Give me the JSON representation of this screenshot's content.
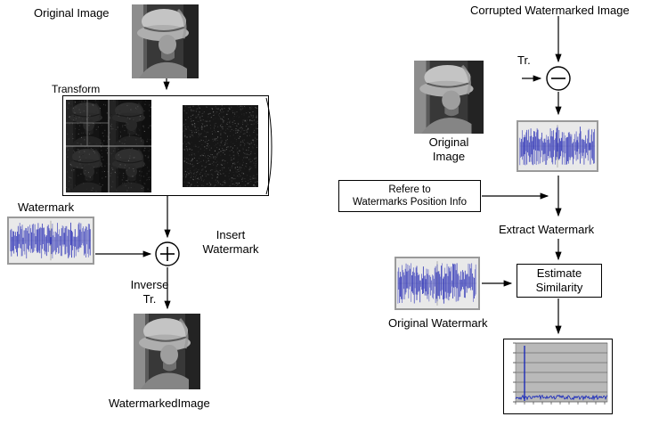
{
  "diagram": {
    "left": {
      "original_image_label": "Original Image",
      "transform_label": "Transform",
      "watermark_label": "Watermark",
      "insert_watermark_label": "Insert\nWatermark",
      "inverse_tr_label": "Inverse\nTr.",
      "watermarked_image_label": "WatermarkedImage"
    },
    "right": {
      "corrupted_label": "Corrupted Watermarked Image",
      "tr_label": "Tr.",
      "original_image_label": "Original\nImage",
      "refer_box_label": "Refere to\nWatermarks Position Info",
      "extract_label": "Extract Watermark",
      "estimate_box_label": "Estimate\nSimilarity",
      "original_watermark_label": "Original Watermark"
    }
  }
}
